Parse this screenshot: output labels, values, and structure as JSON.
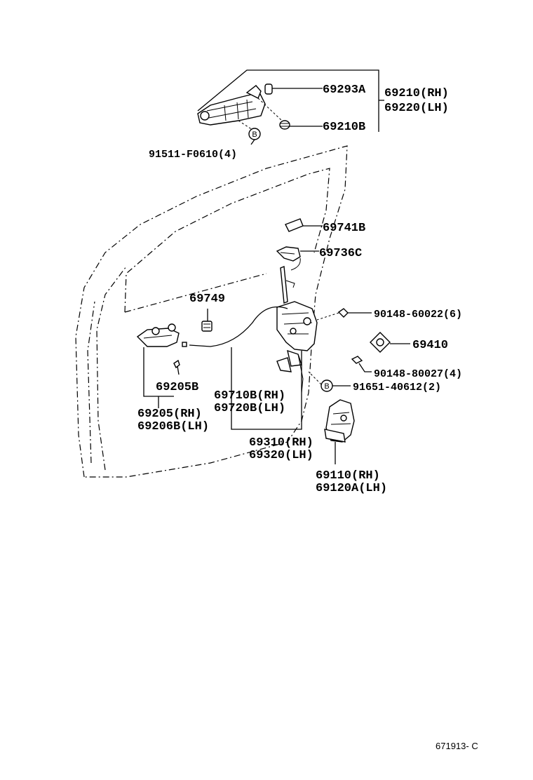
{
  "labels": {
    "p69293A": "69293A",
    "p69210rh": "69210(RH)",
    "p69220lh": "69220(LH)",
    "p69210B": "69210B",
    "p91511": "91511-F0610(4)",
    "p69741B": "69741B",
    "p69736C": "69736C",
    "p69749": "69749",
    "p90148_60022": "90148-60022(6)",
    "p69410": "69410",
    "p90148_80027": "90148-80027(4)",
    "p91651": "91651-40612(2)",
    "p69205B": "69205B",
    "p69710B": "69710B(RH)",
    "p69720B": "69720B(LH)",
    "p69205": "69205(RH)",
    "p69206B": "69206B(LH)",
    "p69310": "69310(RH)",
    "p69320": "69320(LH)",
    "p69110": "69110(RH)",
    "p69120A": "69120A(LH)"
  },
  "callouts": {
    "b_top": "B",
    "b_mid": "B"
  },
  "reference": "671913- C"
}
